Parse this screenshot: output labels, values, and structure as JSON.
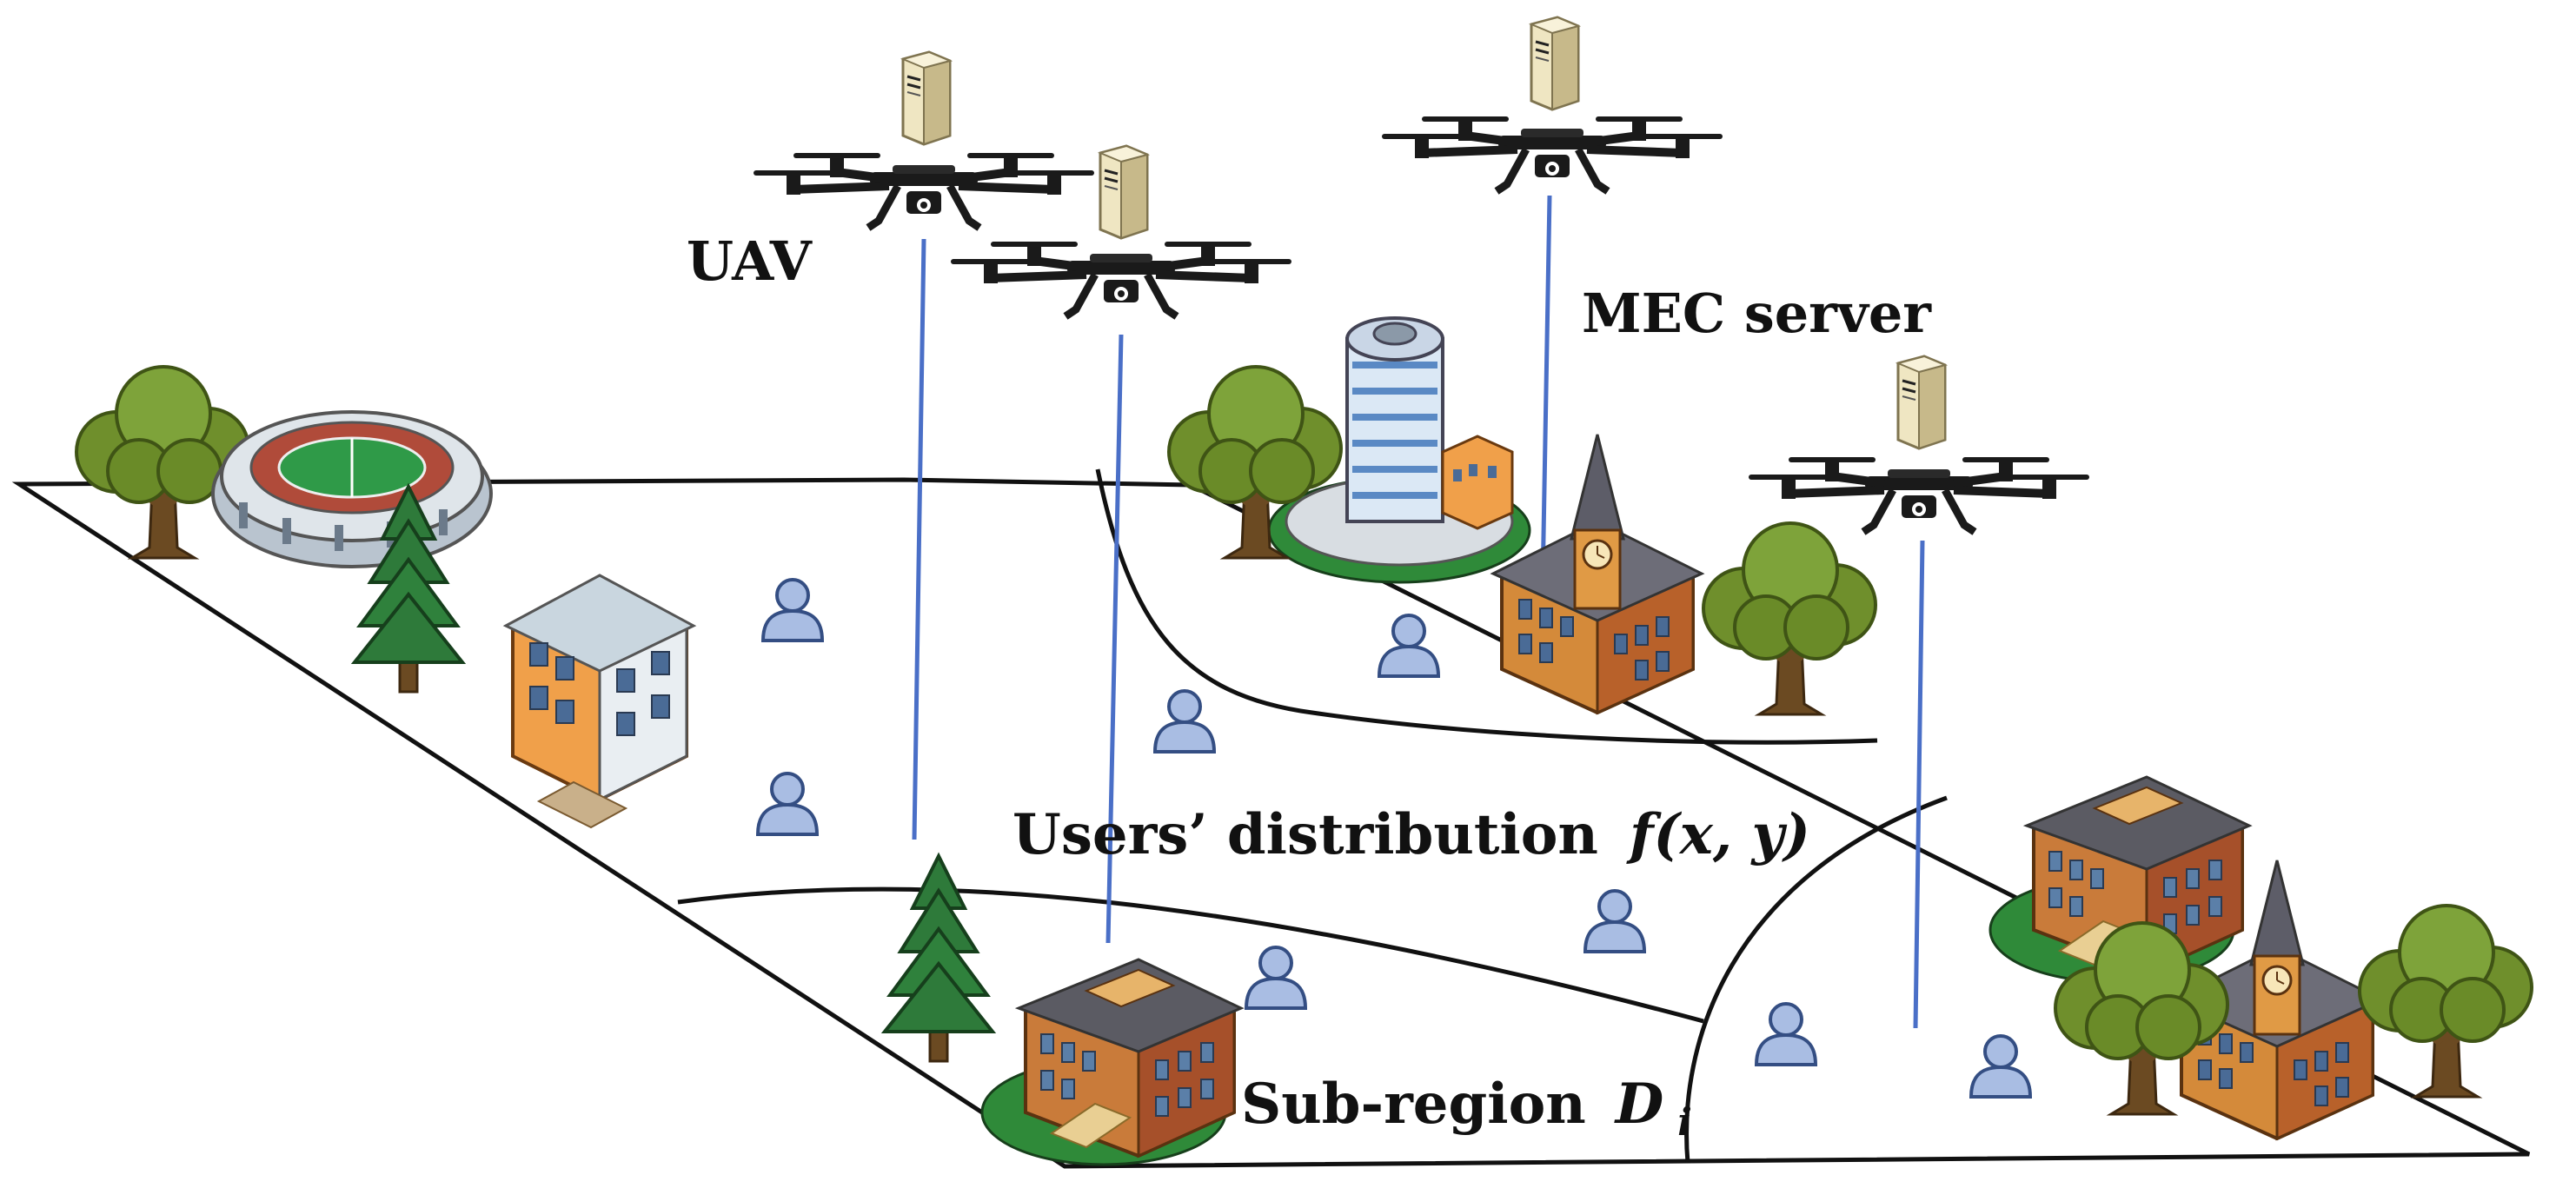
{
  "labels": {
    "uav": "UAV",
    "mec_server": "MEC server",
    "users_distribution": "Users’ distribution",
    "users_distribution_math": "f(x, y)",
    "sub_region": "Sub-region",
    "sub_region_symbol": "D",
    "sub_region_subscript": "i"
  },
  "colors": {
    "link_line": "#4a6fc7",
    "boundary": "#111111",
    "user_fill": "#a9bde3",
    "user_stroke": "#344e83",
    "tree": "#6f8f2c",
    "pine": "#2e7a3a",
    "brick": "#b8612a",
    "grass": "#2f8a39",
    "server": "#d8cb9b"
  },
  "icons": {
    "uav": "quadcopter-drone-icon",
    "server": "server-tower-icon",
    "user": "user-person-icon",
    "building": "building-icon",
    "tree": "tree-icon",
    "stadium": "stadium-icon"
  }
}
